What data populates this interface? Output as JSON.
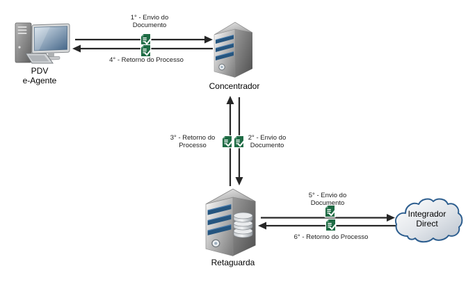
{
  "diagram_title": "",
  "colors": {
    "background": "#ffffff",
    "arrow": "#262626",
    "document_icon_green": "#1e6b44",
    "server_stripe_blue": "#25557f",
    "cloud_border_blue": "#2d5e8f",
    "screen_blue": "#47688a"
  },
  "nodes": {
    "pdv": {
      "label_line1": "PDV",
      "label_line2": "e-Agente",
      "icon": "desktop-computer-icon"
    },
    "concentrador": {
      "label": "Concentrador",
      "icon": "server-tower-icon"
    },
    "retaguarda": {
      "label": "Retaguarda",
      "icon": "server-tower-database-icon"
    },
    "integrador": {
      "label_line1": "Integrador",
      "label_line2": "Direct",
      "icon": "cloud-icon"
    }
  },
  "flows": {
    "f1": {
      "line1": "1° - Envio do",
      "line2": "Documento",
      "from": "pdv",
      "to": "concentrador",
      "icon": "document-check-icon"
    },
    "f2": {
      "line1": "2° - Envio do",
      "line2": "Documento",
      "from": "concentrador",
      "to": "retaguarda",
      "icon": "document-check-icon"
    },
    "f3": {
      "line1": "3° - Retorno do",
      "line2": "Processo",
      "from": "retaguarda",
      "to": "concentrador",
      "icon": "document-check-icon"
    },
    "f4": {
      "label": "4° - Retorno do Processo",
      "from": "concentrador",
      "to": "pdv",
      "icon": "document-check-icon"
    },
    "f5": {
      "line1": "5° - Envio do",
      "line2": "Documento",
      "from": "retaguarda",
      "to": "integrador",
      "icon": "document-check-icon"
    },
    "f6": {
      "label": "6° - Retorno do Processo",
      "from": "integrador",
      "to": "retaguarda",
      "icon": "document-check-icon"
    }
  }
}
